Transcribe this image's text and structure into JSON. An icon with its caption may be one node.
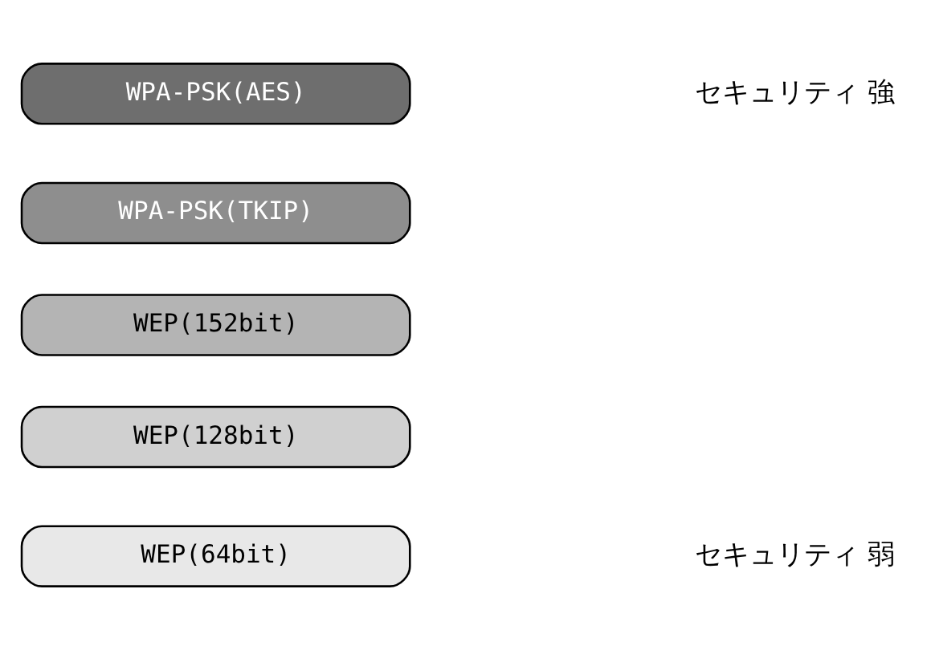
{
  "diagram": {
    "nodes": [
      {
        "text": [
          "WPA-PSK(AES)"
        ]
      },
      {
        "text": [
          "WPA-PSK(TKIP)"
        ]
      },
      {
        "text": [
          "WEP(152bit)"
        ]
      },
      {
        "text": [
          "WEP(128bit)"
        ]
      },
      {
        "text": [
          "WEP(64bit)"
        ]
      }
    ],
    "edges": [],
    "labels": [
      "セキュリティ 強",
      "セキュリティ 弱"
    ]
  }
}
